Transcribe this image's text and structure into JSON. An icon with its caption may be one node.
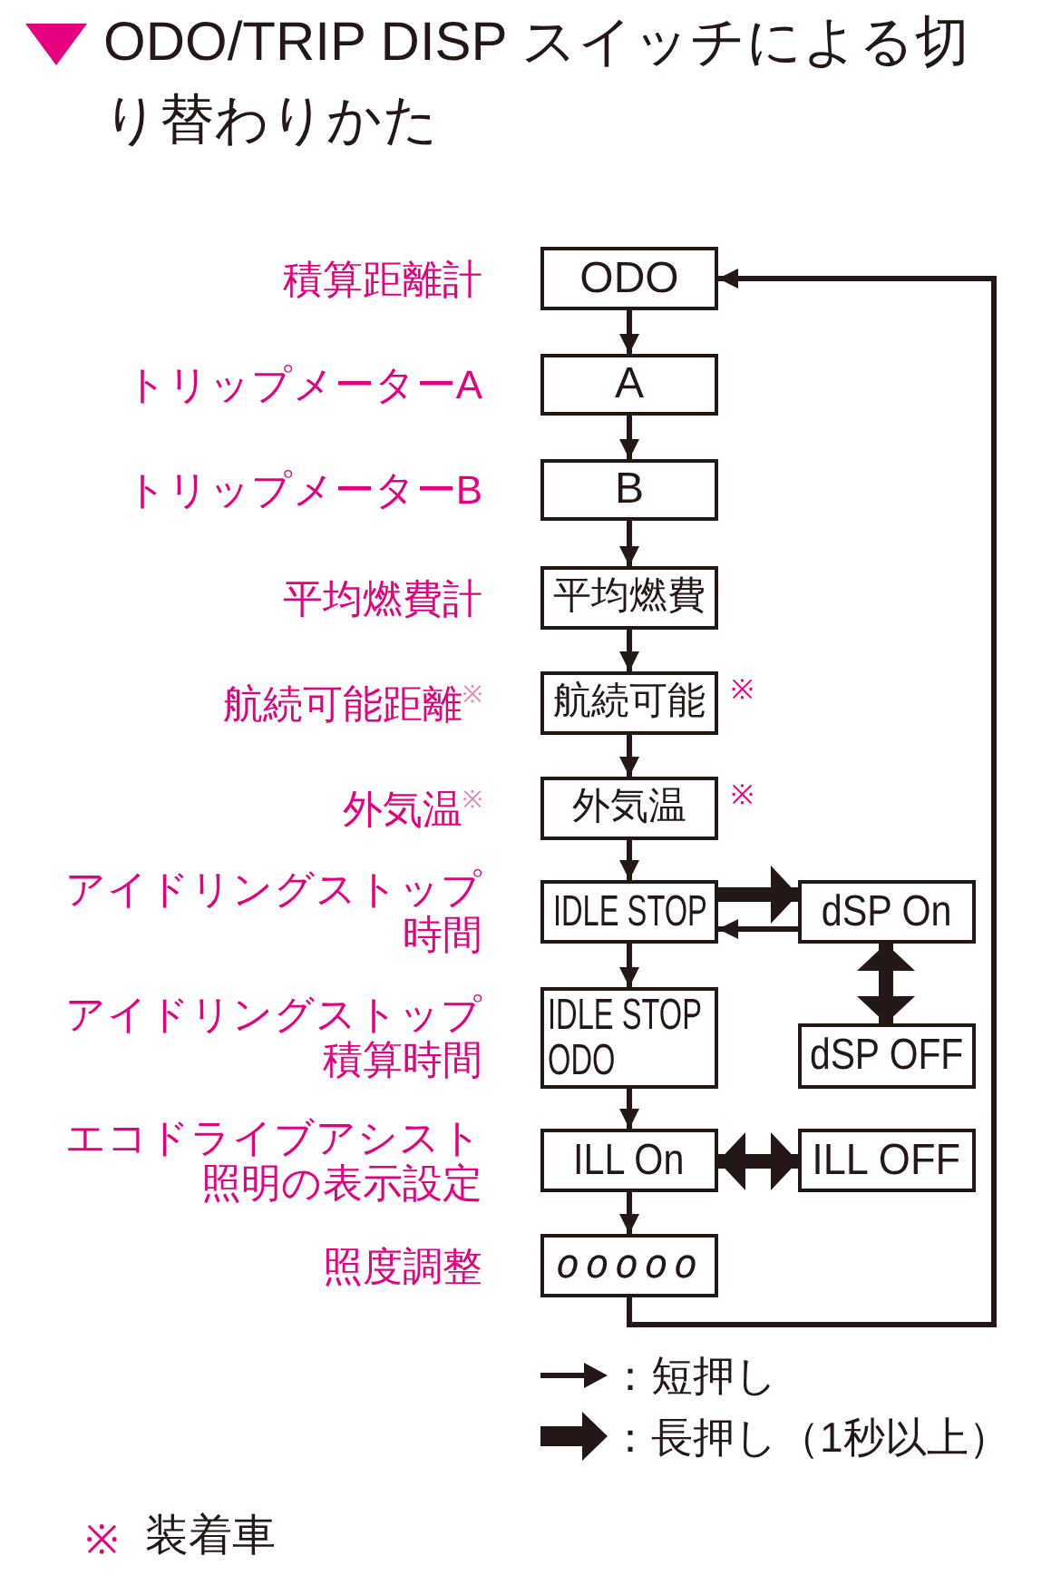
{
  "diagram": {
    "title": "ODO/TRIP DISP スイッチによる切り替わりかた",
    "nodes": [
      {
        "text": [
          "ODO"
        ],
        "beside": [
          "積算距離計"
        ]
      },
      {
        "text": [
          "A"
        ],
        "beside": [
          "トリップメーターA"
        ]
      },
      {
        "text": [
          "B"
        ],
        "beside": [
          "トリップメーターB"
        ]
      },
      {
        "text": [
          "平均燃費"
        ],
        "beside": [
          "平均燃費計"
        ]
      },
      {
        "text": [
          "航続可能"
        ],
        "beside": [
          "航続可能距離$^{※}$",
          "※"
        ]
      },
      {
        "text": [
          "外気温"
        ],
        "beside": [
          "外気温$^{※}$",
          "※"
        ]
      },
      {
        "text": [
          "IDLE STOP"
        ],
        "beside": [
          "アイドリングストップ時間"
        ]
      },
      {
        "text": [
          "dSP On"
        ]
      },
      {
        "text": [
          "IDLE STOP ODO"
        ],
        "beside": [
          "アイドリングストップ積算時間"
        ]
      },
      {
        "text": [
          "dSP OFF"
        ]
      },
      {
        "text": [
          "ILL On"
        ],
        "beside": [
          "エコドライブアシスト照明の表示設定"
        ]
      },
      {
        "text": [
          "ILL OFF"
        ]
      },
      {
        "text": [
          "ooooo"
        ],
        "beside": [
          "照度調整"
        ]
      }
    ],
    "edges": [
      {
        "from": 0,
        "to": 1,
        "arrow": "to"
      },
      {
        "from": 1,
        "to": 2,
        "arrow": "to"
      },
      {
        "from": 2,
        "to": 3,
        "arrow": "to"
      },
      {
        "from": 3,
        "to": 4,
        "arrow": "to"
      },
      {
        "from": 4,
        "to": 5,
        "arrow": "to"
      },
      {
        "from": 5,
        "to": 6,
        "arrow": "to"
      },
      {
        "from": 6,
        "to": 7,
        "arrow": "to",
        "style": "thick"
      },
      {
        "from": 7,
        "to": 6,
        "arrow": "to"
      },
      {
        "from": 6,
        "to": 8,
        "arrow": "to"
      },
      {
        "from": 7,
        "to": 9,
        "arrow": "both",
        "style": "thick"
      },
      {
        "from": 8,
        "to": 10,
        "arrow": "to"
      },
      {
        "from": 10,
        "to": 11,
        "arrow": "both",
        "style": "thick"
      },
      {
        "from": 10,
        "to": 12,
        "arrow": "to"
      },
      {
        "from": 12,
        "to": 0,
        "arrow": "to"
      }
    ],
    "labels": [
      "※",
      "装着車"
    ],
    "legend": [
      {
        "text": "：短押し"
      },
      {
        "text": "：長押し（1秒以上）"
      }
    ]
  }
}
